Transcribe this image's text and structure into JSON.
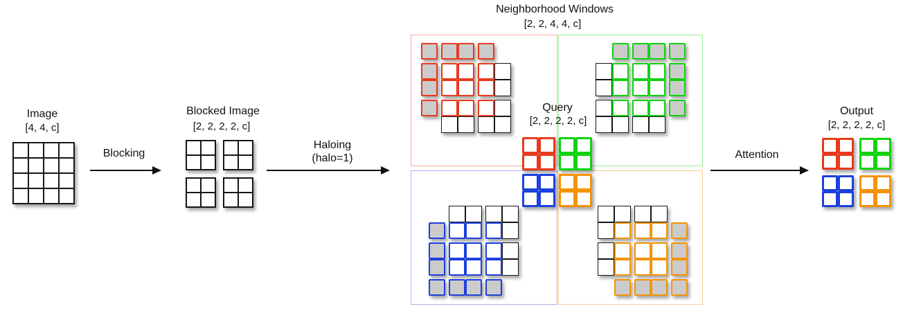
{
  "colors": {
    "red": "#E8391C",
    "green": "#0FD30F",
    "blue": "#1C40DF",
    "orange": "#F59300",
    "black_cell_border": "#151515",
    "halo_padding_fill": "#CBCBCB",
    "cell_fill": "#FFFFFF",
    "text": "#111111",
    "quadrant_boxes": {
      "top_left": "#F6AEA0",
      "top_right": "#97EE97",
      "bottom_left": "#A8B2F2",
      "bottom_right": "#FACB96"
    }
  },
  "stages": {
    "image": {
      "title": "Image",
      "shape": "[4, 4, c]",
      "grid_rows": 4,
      "grid_cols": 4
    },
    "blocking": {
      "label": "Blocking"
    },
    "blocked_image": {
      "title": "Blocked Image",
      "shape": "[2, 2, 2, 2, c]",
      "block_grid": {
        "rows": 2,
        "cols": 2,
        "block_rows": 2,
        "block_cols": 2
      }
    },
    "haloing": {
      "label_line1": "Haloing",
      "label_line2": "(halo=1)"
    },
    "neighborhood_windows": {
      "title": "Neighborhood Windows",
      "shape": "[2, 2, 4, 4, c]",
      "cell_legend": {
        "P": "halo padding cell outside image (gray fill, window-color border)",
        "W": "window cell inside image (white fill, window-color border)",
        "B": "neighboring block cell not in window (white fill, black border)",
        ".": "empty / not drawn"
      },
      "windows": [
        {
          "quadrant": "top-left",
          "color": "red",
          "cells": [
            "PPPP.",
            "PWWWB",
            "PWWWB",
            "PWWWB",
            ".BBBB"
          ],
          "row_bands": [
            [
              0
            ],
            [
              1,
              2
            ],
            [
              3,
              4
            ]
          ],
          "col_bands": [
            [
              0
            ],
            [
              1,
              2
            ],
            [
              3,
              4
            ]
          ]
        },
        {
          "quadrant": "top-right",
          "color": "green",
          "cells": [
            ".PPPP",
            "BWWWP",
            "BWWWP",
            "BWWWP",
            "BBBB."
          ],
          "row_bands": [
            [
              0
            ],
            [
              1,
              2
            ],
            [
              3,
              4
            ]
          ],
          "col_bands": [
            [
              0,
              1
            ],
            [
              2,
              3
            ],
            [
              4
            ]
          ]
        },
        {
          "quadrant": "bottom-left",
          "color": "blue",
          "cells": [
            ".BBBB",
            "PWWWB",
            "PWWWB",
            "PWWWB",
            "PPPP."
          ],
          "row_bands": [
            [
              0,
              1
            ],
            [
              2,
              3
            ],
            [
              4
            ]
          ],
          "col_bands": [
            [
              0
            ],
            [
              1,
              2
            ],
            [
              3,
              4
            ]
          ]
        },
        {
          "quadrant": "bottom-right",
          "color": "orange",
          "cells": [
            "BBBB.",
            "BWWWP",
            "BWWWP",
            "BWWWP",
            ".PPPP"
          ],
          "row_bands": [
            [
              0,
              1
            ],
            [
              2,
              3
            ],
            [
              4
            ]
          ],
          "col_bands": [
            [
              0,
              1
            ],
            [
              2,
              3
            ],
            [
              4
            ]
          ]
        }
      ]
    },
    "query": {
      "title": "Query",
      "shape": "[2, 2, 2, 2, c]",
      "block_colors": [
        "red",
        "green",
        "blue",
        "orange"
      ]
    },
    "attention": {
      "label": "Attention"
    },
    "output": {
      "title": "Output",
      "shape": "[2, 2, 2, 2, c]",
      "block_colors": [
        "red",
        "green",
        "blue",
        "orange"
      ]
    }
  }
}
